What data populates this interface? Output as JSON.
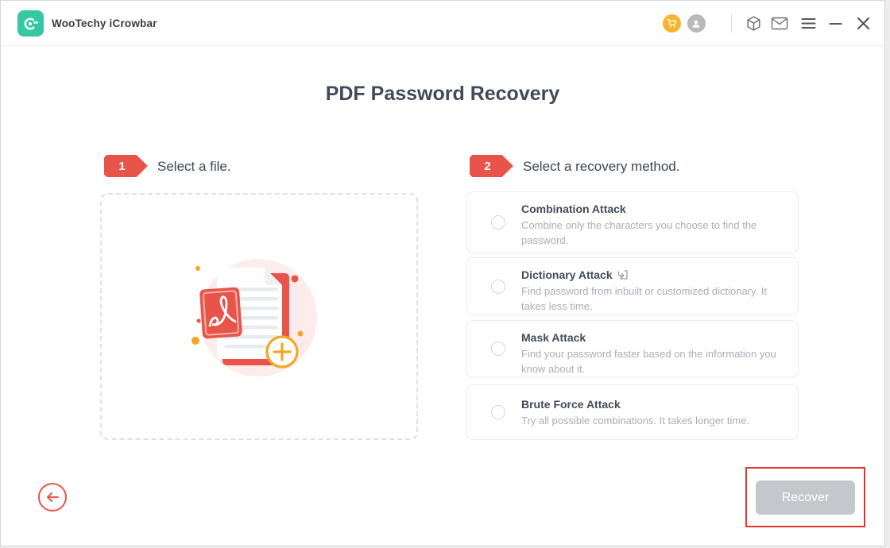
{
  "titlebar": {
    "app_title": "WooTechy iCrowbar",
    "icons": [
      "cart",
      "account",
      "package-box",
      "envelope",
      "menu",
      "minimize",
      "close"
    ]
  },
  "page": {
    "title": "PDF Password Recovery",
    "step1": {
      "number": "1",
      "label": "Select a file."
    },
    "step2": {
      "number": "2",
      "label": "Select a recovery method."
    },
    "methods": [
      {
        "title": "Combination Attack",
        "description": "Combine only the characters you choose to find the password.",
        "selected": false
      },
      {
        "title": "Dictionary Attack",
        "description": "Find password from inbuilt or customized dictionary. It takes less time.",
        "selected": false,
        "title_icon": "file-import-icon"
      },
      {
        "title": "Mask Attack",
        "description": "Find your password faster based on the information you know about it.",
        "selected": false
      },
      {
        "title": "Brute Force Attack",
        "description": "Try all possible combinations. It takes longer time.",
        "selected": false
      }
    ],
    "recover_button": "Recover"
  },
  "colors": {
    "brand_teal": "#35c9a3",
    "accent_red": "#e8544a",
    "cart_orange": "#f7b52c",
    "plus_orange": "#f5a623",
    "disabled_button_gray": "#c4c7cb",
    "annotation_red": "#e3342b"
  }
}
